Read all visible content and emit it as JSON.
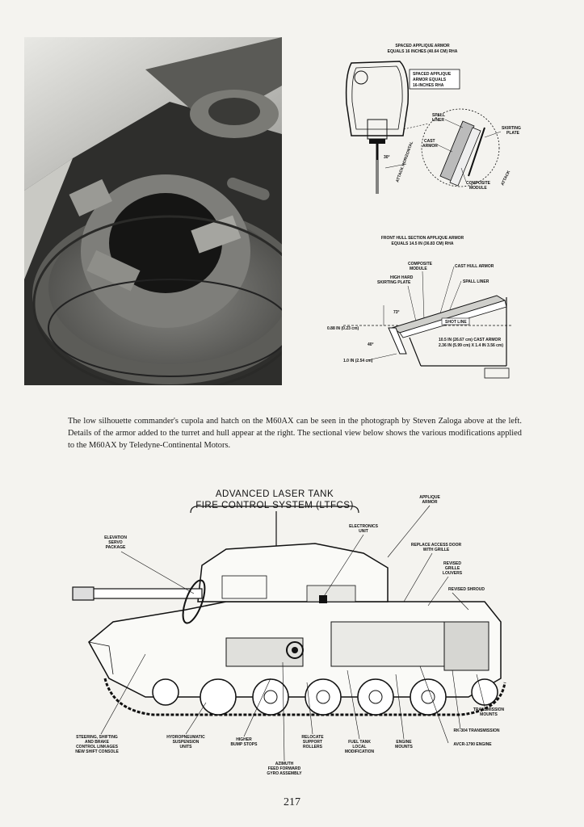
{
  "top_diagram": {
    "title_lines": [
      "SPACED APPLIQUE ARMOR",
      "EQUALS 16 INCHES (40.64 CM) RHA"
    ],
    "box_lines": [
      "SPACED APPLIQUE",
      "ARMOR EQUALS",
      "16-INCHES RHA"
    ],
    "labels": {
      "spall_liner": "SPALL LINER",
      "skirting_plate": "SKIRTING PLATE",
      "cast_armor": "CAST ARMOR",
      "composite_module": "COMPOSITE MODULE",
      "angle": "30°",
      "attack": "ATTACK",
      "attack_horizontal": "ATTACK HORIZONTAL"
    }
  },
  "hull_diagram": {
    "title_lines": [
      "FRONT HULL SECTION APPLIQUE ARMOR",
      "EQUALS 14.5 IN (36.83 CM) RHA"
    ],
    "labels": {
      "composite_module": "COMPOSITE MODULE",
      "cast_hull_armor": "CAST HULL ARMOR",
      "high_hard_skirting": "HIGH HARD SKIRTING PLATE",
      "spall_liner": "SPALL LINER",
      "shot_line": "SHOT LINE",
      "angle_73": "73°",
      "angle_40": "40°",
      "dim_1": "0.88 IN (0.23 cm)",
      "dim_2": "10.5 IN (26.67 cm) CAST ARMOR",
      "dim_3": "2.36 IN (5.99 cm) X 1.4 IN 3.56 cm)",
      "dim_4": "1.0 IN (2.54 cm)"
    }
  },
  "caption": "The low silhouette commander's cupola and hatch on the M60AX can be seen in the photograph by Steven Zaloga above at the left. Details of the armor added to the turret and hull appear at the right. The sectional view below shows the various modifications applied to the M60AX by Teledyne-Continental Motors.",
  "tank_diagram": {
    "title_line1": "ADVANCED LASER TANK",
    "title_line2": "FIRE CONTROL SYSTEM (LTFCS)",
    "labels": {
      "applique_armor": [
        "APPLIQUE",
        "ARMOR"
      ],
      "elevation_servo": [
        "ELEVATION",
        "SERVO",
        "PACKAGE"
      ],
      "electronics_unit": [
        "ELECTRONICS",
        "UNIT"
      ],
      "replace_access_door": [
        "REPLACE ACCESS DOOR",
        "WITH GRILLE"
      ],
      "revised_grille": [
        "REVISED",
        "GRILLE",
        "LOUVERS"
      ],
      "revised_shroud": [
        "REVISED SHROUD"
      ],
      "transmission_mounts": [
        "TRANSMISSION",
        "MOUNTS"
      ],
      "rk304": [
        "RK-304 TRANSMISSION"
      ],
      "avcr": [
        "AVCR-1790 ENGINE"
      ],
      "steering": [
        "STEERING, SHIFTING",
        "AND BRAKE",
        "CONTROL LINKAGES",
        "NEW SHIFT CONSOLE"
      ],
      "hydropneumatic": [
        "HYDROPNEUMATIC",
        "SUSPENSION",
        "UNITS"
      ],
      "higher_bump": [
        "HIGHER",
        "BUMP STOPS"
      ],
      "azimuth": [
        "AZIMUTH",
        "FEED FORWARD",
        "GYRO ASSEMBLY"
      ],
      "relocate_rollers": [
        "RELOCATE",
        "SUPPORT",
        "ROLLERS"
      ],
      "fuel_tank": [
        "FUEL TANK",
        "LOCAL",
        "MODIFICATION"
      ],
      "engine_mounts": [
        "ENGINE",
        "MOUNTS"
      ]
    }
  },
  "page_number": "217"
}
